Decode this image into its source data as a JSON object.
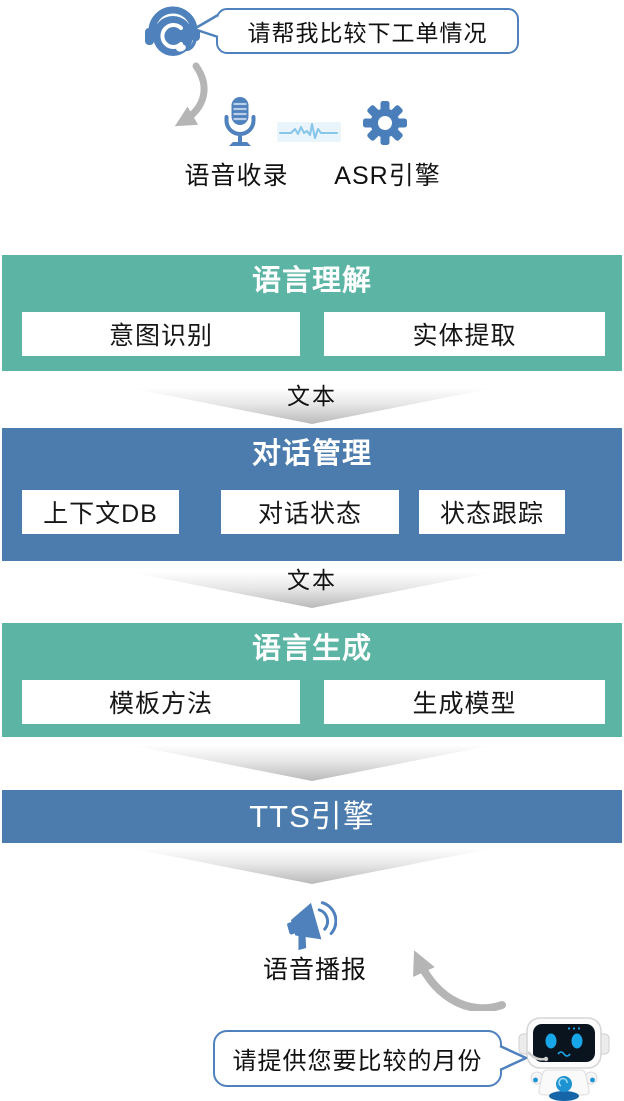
{
  "colors": {
    "teal_block": "#5cb4a4",
    "blue_block": "#4b7cad",
    "icon_blue": "#4f81bd",
    "bubble_border": "#4f81bd",
    "connector_gray": "#bdbdbd",
    "arrow_gray": "#b5b5b5",
    "waveform_blue": "#86c6ea"
  },
  "user": {
    "bubble_text": "请帮我比较下工单情况"
  },
  "capture": {
    "voice_label": "语音收录",
    "asr_label": "ASR引擎"
  },
  "blocks": [
    {
      "title": "语言理解",
      "items": [
        "意图识别",
        "实体提取"
      ]
    },
    {
      "title": "对话管理",
      "items": [
        "上下文DB",
        "对话状态",
        "状态跟踪"
      ]
    },
    {
      "title": "语言生成",
      "items": [
        "模板方法",
        "生成模型"
      ]
    },
    {
      "title": "TTS引擎",
      "items": []
    }
  ],
  "connectors": [
    {
      "label": "文本"
    },
    {
      "label": "文本"
    },
    {
      "label": ""
    },
    {
      "label": ""
    }
  ],
  "output": {
    "broadcast_label": "语音播报"
  },
  "bot": {
    "bubble_text": "请提供您要比较的月份"
  },
  "icons": {
    "agent": "headset-agent-icon",
    "microphone": "microphone-icon",
    "waveform": "waveform-icon",
    "gear": "gear-icon",
    "megaphone": "megaphone-icon",
    "robot": "robot-icon"
  }
}
